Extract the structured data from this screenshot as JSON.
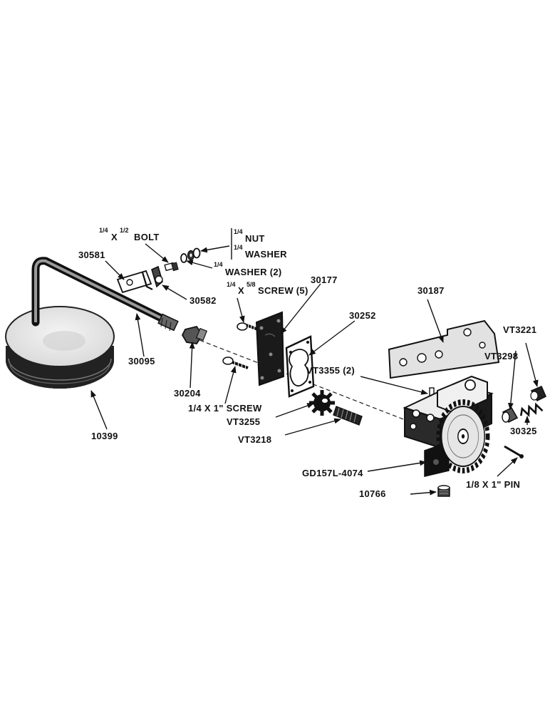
{
  "labels": {
    "bolt_qty": "1/4",
    "bolt_len": "1/2",
    "bolt": "BOLT",
    "nut_qty": "1/4",
    "nut": "NUT",
    "washer_qty": "1/4",
    "washer": "WASHER",
    "washer2_qty": "1/4",
    "washer2": "WASHER (2)",
    "screw5_qty": "1/4",
    "screw5_len": "5/8",
    "screw5": "SCREW (5)",
    "screw1_text": "1/4 X 1\" SCREW",
    "pin_text": "1/8 X 1\" PIN",
    "p30581": "30581",
    "p30582": "30582",
    "p30095": "30095",
    "p30204": "30204",
    "p10399": "10399",
    "p30177": "30177",
    "p30252": "30252",
    "p30187": "30187",
    "pVT3355": "VT3355 (2)",
    "pVT3255": "VT3255",
    "pVT3218": "VT3218",
    "pGD157L": "GD157L-4074",
    "p10766": "10766",
    "pVT3221": "VT3221",
    "pVT3298": "VT3298",
    "p30325": "30325"
  }
}
